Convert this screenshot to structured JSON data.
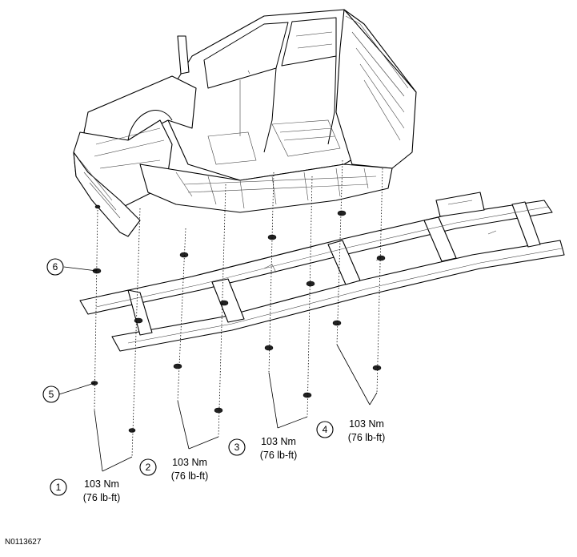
{
  "figure_id": "N0113627",
  "callouts": [
    {
      "number": "1",
      "torque_nm": "103 Nm",
      "torque_lbft": "(76 lb-ft)"
    },
    {
      "number": "2",
      "torque_nm": "103 Nm",
      "torque_lbft": "(76 lb-ft)"
    },
    {
      "number": "3",
      "torque_nm": "103 Nm",
      "torque_lbft": "(76 lb-ft)"
    },
    {
      "number": "4",
      "torque_nm": "103 Nm",
      "torque_lbft": "(76 lb-ft)"
    },
    {
      "number": "5"
    },
    {
      "number": "6"
    }
  ]
}
